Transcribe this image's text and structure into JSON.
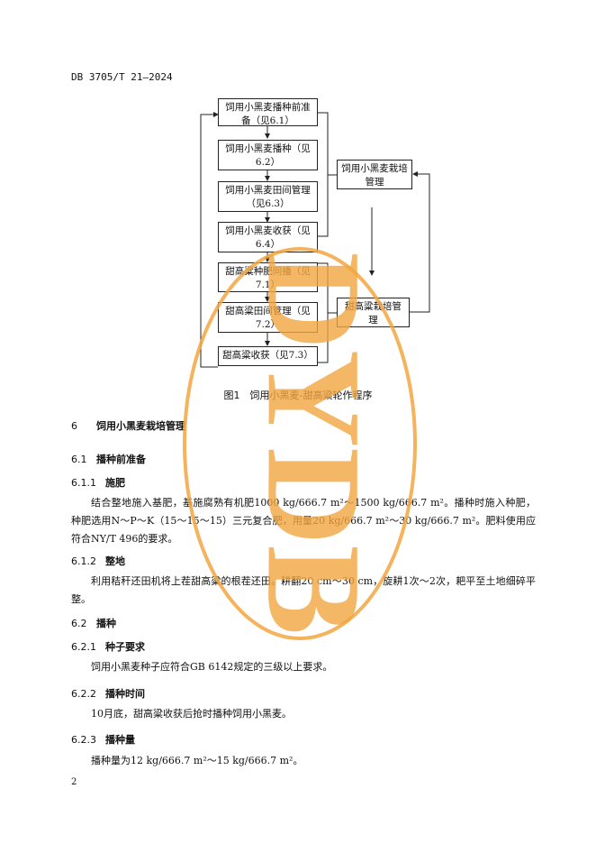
{
  "header": {
    "code": "DB 3705/T 21—2024"
  },
  "flowchart": {
    "boxes": [
      {
        "id": "b1",
        "text": "饲用小黑麦播种前准备（见6.1）"
      },
      {
        "id": "b2",
        "text": "饲用小黑麦播种（见6.2）"
      },
      {
        "id": "b3",
        "text": "饲用小黑麦田间管理（见6.3）"
      },
      {
        "id": "b4",
        "text": "饲用小黑麦收获（见6.4）"
      },
      {
        "id": "b5",
        "text": "甜高粱种肥同播（见7.1）"
      },
      {
        "id": "b6",
        "text": "甜高粱田间管理（见7.2）"
      },
      {
        "id": "b7",
        "text": "甜高粱收获（见7.3）"
      },
      {
        "id": "r1",
        "text": "饲用小黑麦栽培管理"
      },
      {
        "id": "r2",
        "text": "甜高粱栽培管理"
      }
    ],
    "caption": "图1　饲用小黑麦-甜高粱轮作程序"
  },
  "sections": {
    "s6": {
      "num": "6",
      "title": "饲用小黑麦栽培管理"
    },
    "s61": {
      "num": "6.1",
      "title": "播种前准备"
    },
    "s611": {
      "num": "6.1.1",
      "title": "施肥"
    },
    "p611": "结合整地施入基肥，基施腐熟有机肥1000 kg/666.7 m²～1500 kg/666.7 m²。播种时施入种肥，种肥选用N～P～K（15～15～15）三元复合肥，用量20 kg/666.7 m²～30 kg/666.7 m²。肥料使用应符合NY/T 496的要求。",
    "s612": {
      "num": "6.1.2",
      "title": "整地"
    },
    "p612": "利用秸秆还田机将上茬甜高粱的根茬还田。耕翻20 cm～30 cm，旋耕1次～2次，耙平至土地细碎平整。",
    "s62": {
      "num": "6.2",
      "title": "播种"
    },
    "s621": {
      "num": "6.2.1",
      "title": "种子要求"
    },
    "p621": "饲用小黑麦种子应符合GB 6142规定的三级以上要求。",
    "s622": {
      "num": "6.2.2",
      "title": "播种时间"
    },
    "p622": "10月底，甜高粱收获后抢时播种饲用小黑麦。",
    "s623": {
      "num": "6.2.3",
      "title": "播种量"
    },
    "p623": "播种量为12 kg/666.7 m²～15 kg/666.7 m²。"
  },
  "footer": {
    "page": "2"
  },
  "watermark": {
    "text": "DYDB",
    "color": "#f2a640"
  }
}
